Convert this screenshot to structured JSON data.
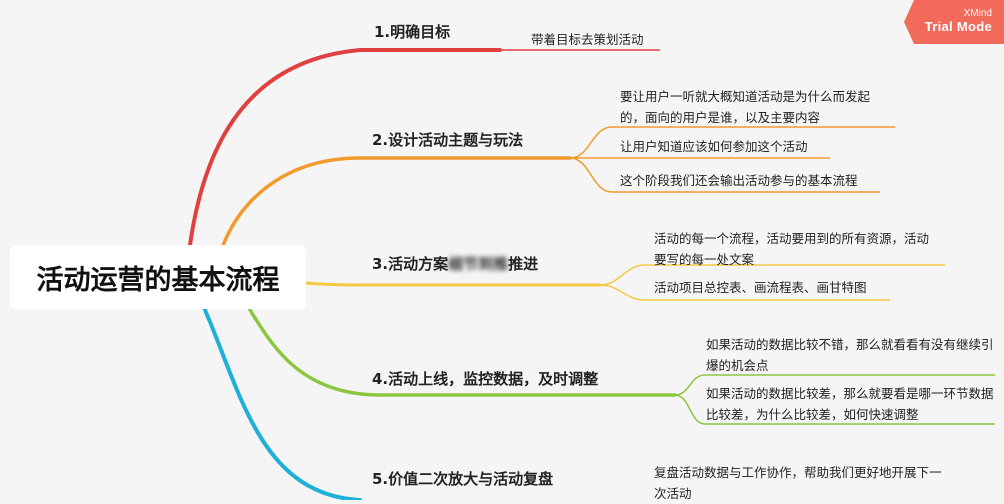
{
  "root": {
    "title": "活动运营的基本流程"
  },
  "topics": [
    {
      "label": "1.明确目标",
      "color": "#e04040",
      "notes": [
        "带着目标去策划活动"
      ]
    },
    {
      "label": "2.设计活动主题与玩法",
      "color": "#f29a2e",
      "notes": [
        "要让用户一听就大概知道活动是为什么而发起的，面向的用户是谁，以及主要内容",
        "让用户知道应该如何参加这个活动",
        "这个阶段我们还会输出活动参与的基本流程"
      ]
    },
    {
      "label_prefix": "3.活动方案",
      "label_obscured": "细节到推",
      "label_suffix": "推进",
      "color": "#f5c842",
      "notes": [
        "活动的每一个流程，活动要用到的所有资源，活动要写的每一处文案",
        "活动项目总控表、画流程表、画甘特图"
      ]
    },
    {
      "label": "4.活动上线，监控数据，及时调整",
      "color": "#8cc63f",
      "notes": [
        "如果活动的数据比较不错，那么就看看有没有继续引爆的机会点",
        "如果活动的数据比较差，那么就要看是哪一环节数据比较差，为什么比较差，如何快速调整"
      ]
    },
    {
      "label": "5.价值二次放大与活动复盘",
      "color": "#1fb0d8",
      "notes": [
        "复盘活动数据与工作协作，帮助我们更好地开展下一次活动"
      ]
    }
  ],
  "watermark": {
    "brand": "XMind",
    "mode": "Trial Mode",
    "color": "#f26b5a"
  }
}
